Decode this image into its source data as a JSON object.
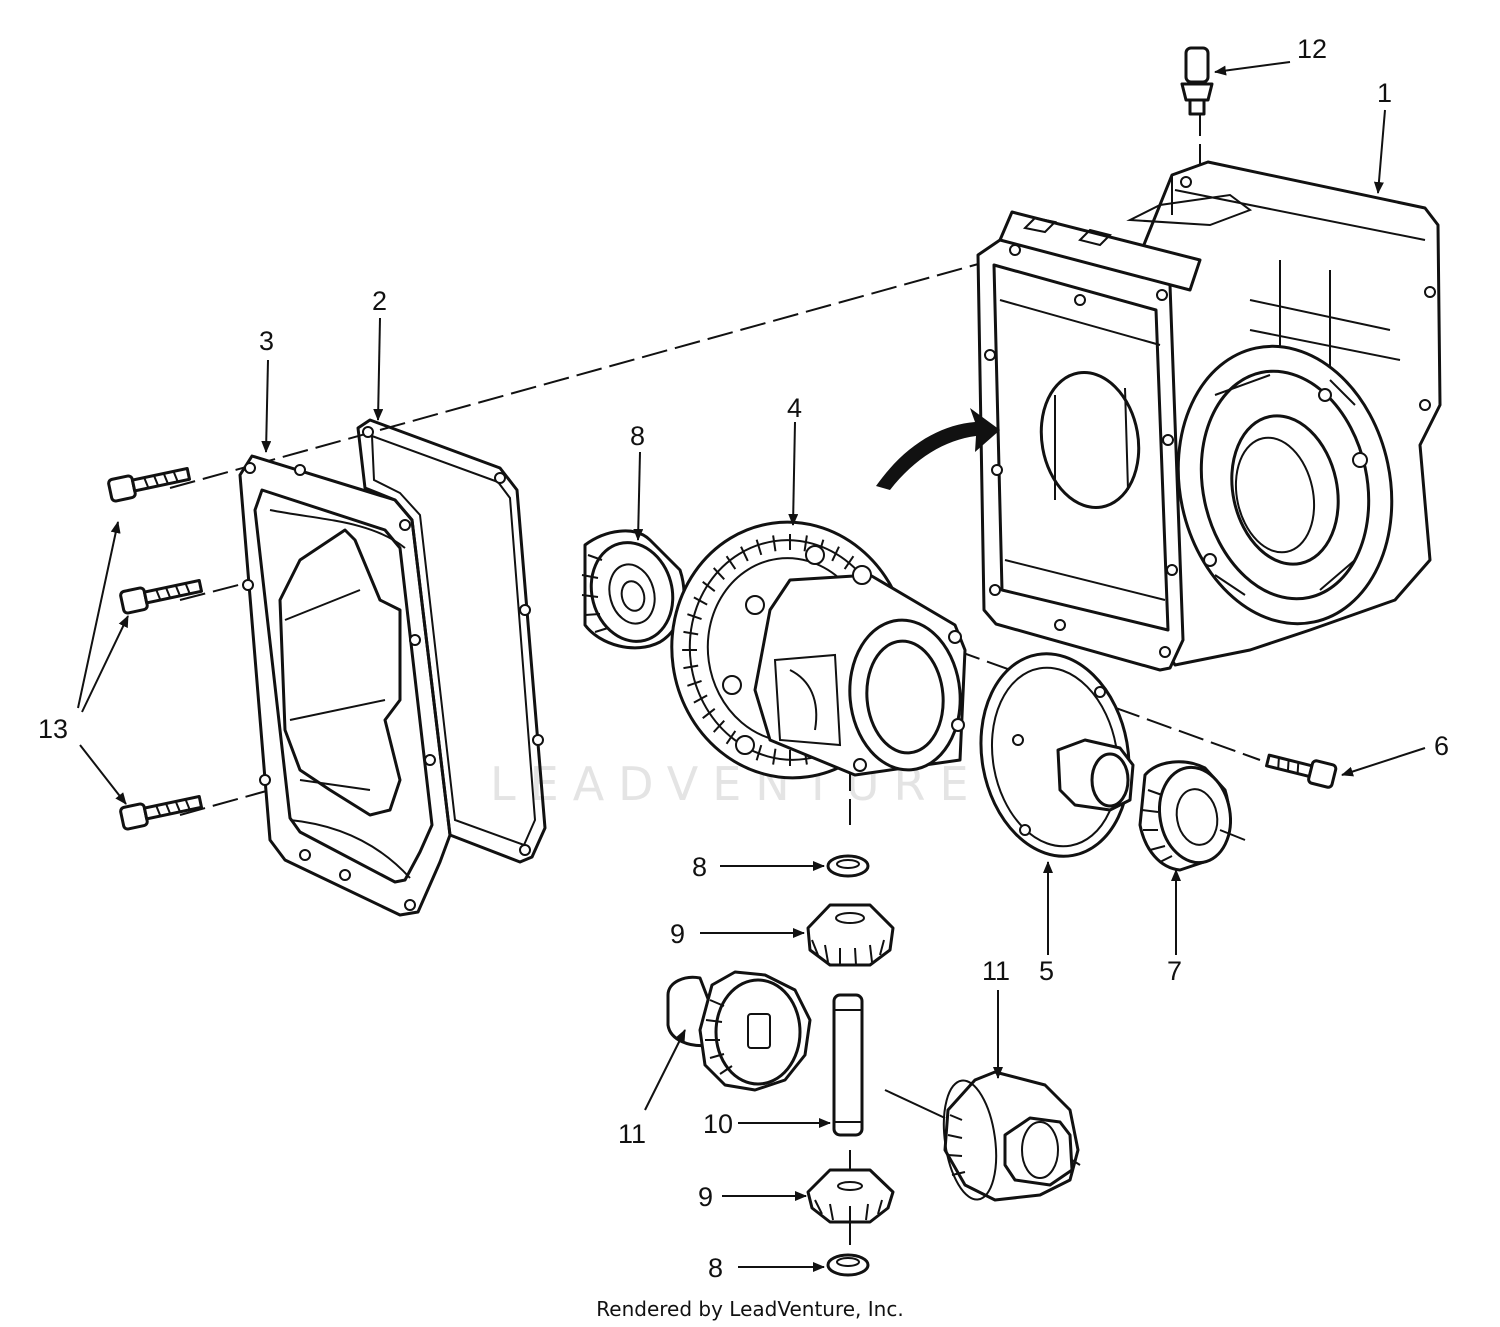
{
  "diagram": {
    "callouts": {
      "c1": "1",
      "c2": "2",
      "c3": "3",
      "c4": "4",
      "c5": "5",
      "c6": "6",
      "c7": "7",
      "c8_top": "8",
      "c8_mid": "8",
      "c8_bot": "8",
      "c9_top": "9",
      "c9_bot": "9",
      "c10": "10",
      "c11_left": "11",
      "c11_right": "11",
      "c12": "12",
      "c13": "13"
    },
    "watermark": "LEADVENTURE",
    "credit": "Rendered by LeadVenture, Inc."
  }
}
